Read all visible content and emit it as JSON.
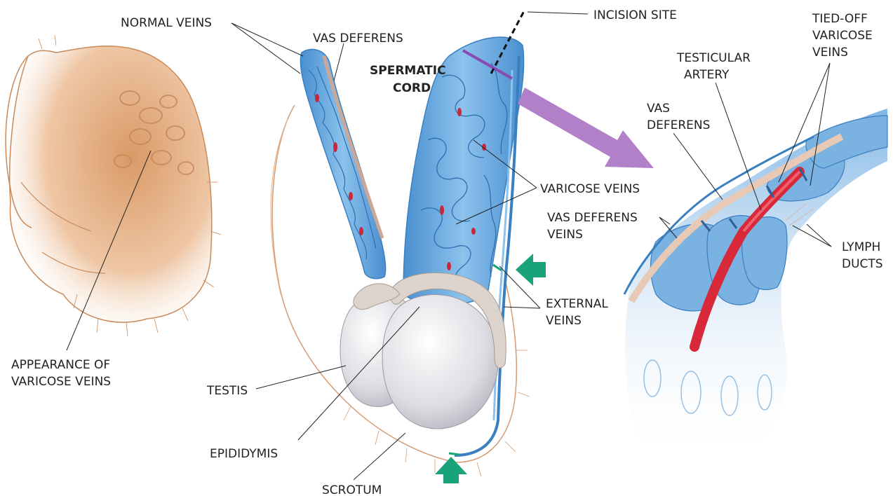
{
  "labels": {
    "normal_veins": "NORMAL VEINS",
    "vas_deferens_top": "VAS DEFERENS",
    "spermatic_cord_1": "SPERMATIC",
    "spermatic_cord_2": "CORD",
    "incision_site": "INCISION SITE",
    "tied_off_1": "TIED-OFF",
    "tied_off_2": "VARICOSE",
    "tied_off_3": "VEINS",
    "testicular_artery_1": "TESTICULAR",
    "testicular_artery_2": "ARTERY",
    "vas_deferens_right_1": "VAS",
    "vas_deferens_right_2": "DEFERENS",
    "varicose_veins": "VARICOSE VEINS",
    "vas_deferens_veins_1": "VAS DEFERENS",
    "vas_deferens_veins_2": "VEINS",
    "lymph_1": "LYMPH",
    "lymph_2": "DUCTS",
    "external_veins_1": "EXTERNAL",
    "external_veins_2": "VEINS",
    "appearance_1": "APPEARANCE OF",
    "appearance_2": "VARICOSE VEINS",
    "testis": "TESTIS",
    "epididymis": "EPIDIDYMIS",
    "scrotum": "SCROTUM"
  },
  "colors": {
    "vein_blue": "#7fb6e3",
    "vein_dark": "#3a7fc0",
    "artery_red": "#d8293a",
    "skin_line": "#c98a5a",
    "skin_shade": "#e8b48c",
    "testis_fill": "#e6e6ea",
    "epididymis_fill": "#d9d4cf",
    "clamp_green": "#1aa37a",
    "arrow_purple": "#b27fc9",
    "purple_line": "#8a49b5",
    "leader": "#222222"
  }
}
